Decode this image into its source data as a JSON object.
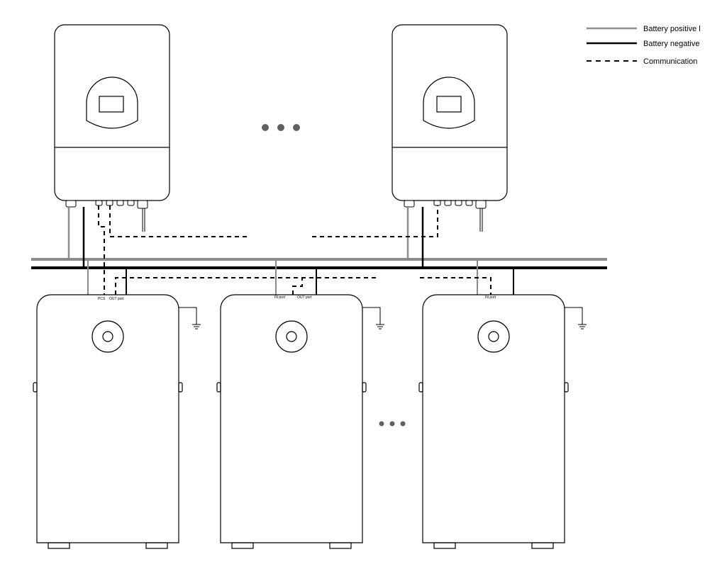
{
  "legend": {
    "positive": {
      "label": "Battery positive l",
      "color": "#8c8c8c"
    },
    "negative": {
      "label": "Battery negative",
      "color": "#000000"
    },
    "communication": {
      "label": "Communication",
      "color": "#000000"
    }
  },
  "battery_ports": {
    "battery_1": {
      "left": "PCS",
      "right": "OUT port"
    },
    "battery_2": {
      "left": "IN port",
      "right": "OUT port"
    },
    "battery_3": {
      "left": "IN port"
    }
  },
  "colors": {
    "outline": "#000000",
    "positive_bus": "#8c8c8c",
    "ellipsis": "#606060"
  }
}
